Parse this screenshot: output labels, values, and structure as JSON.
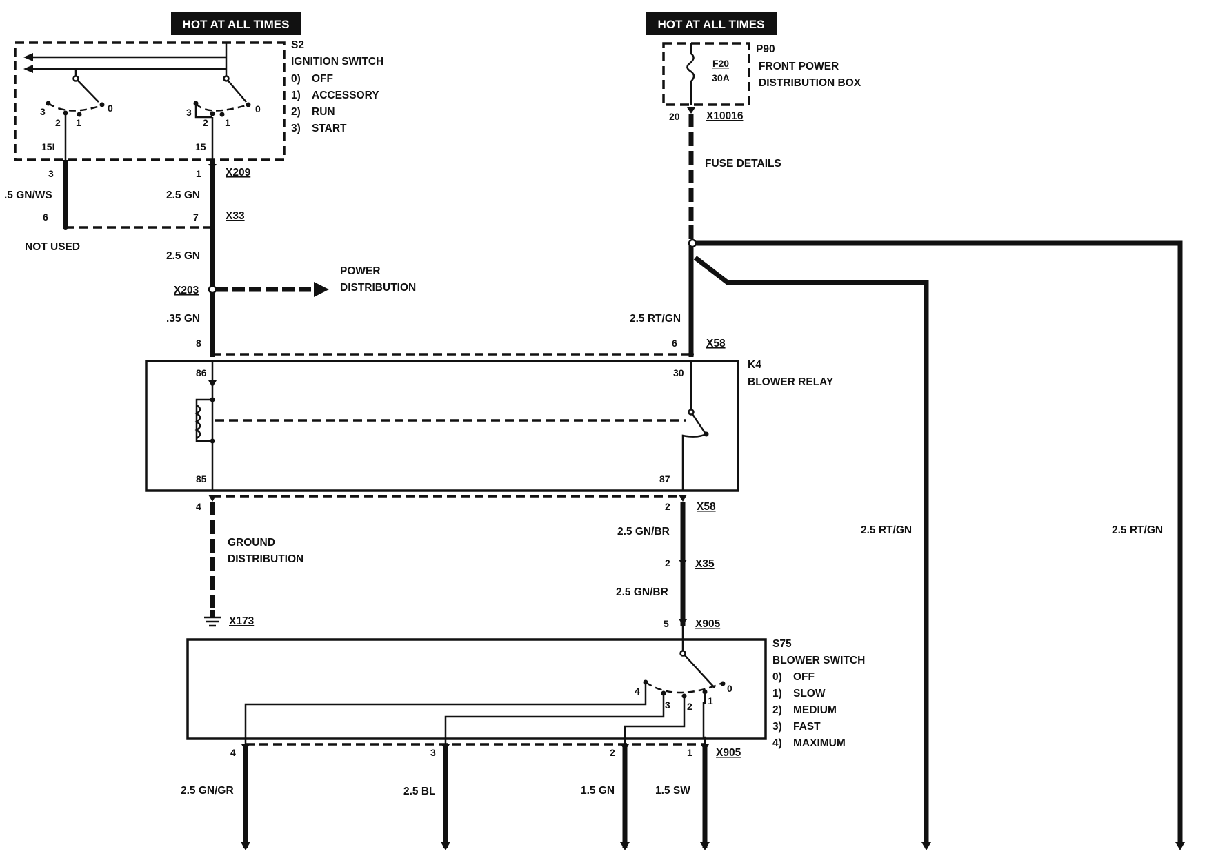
{
  "hot_labels": [
    "HOT AT ALL TIMES",
    "HOT AT ALL TIMES"
  ],
  "ignition_switch": {
    "id": "S2",
    "name": "IGNITION SWITCH",
    "positions": [
      "0)",
      "1)",
      "2)",
      "3)"
    ],
    "position_names": [
      "OFF",
      "ACCESSORY",
      "RUN",
      "START"
    ],
    "terminal_151": "15I",
    "terminal_15": "15",
    "contact_labels_left": [
      "3",
      "2",
      "1",
      "0"
    ],
    "contact_labels_right": [
      "3",
      "2",
      "1",
      "0"
    ]
  },
  "fuse_box": {
    "id": "P90",
    "name_line1": "FRONT POWER",
    "name_line2": "DISTRIBUTION BOX",
    "fuse_id": "F20",
    "fuse_rating": "30A",
    "pin": "20",
    "connector": "X10016",
    "note": "FUSE DETAILS"
  },
  "left_wiring": {
    "pin_x209_left": "3",
    "pin_x209_right": "1",
    "connector_x209": "X209",
    "wire_gnws": ".5 GN/WS",
    "wire_25gn_a": "2.5 GN",
    "pin_x33_left": "6",
    "pin_x33_right": "7",
    "connector_x33": "X33",
    "not_used": "NOT USED",
    "wire_25gn_b": "2.5 GN",
    "connector_x203": "X203",
    "power_dist_line1": "POWER",
    "power_dist_line2": "DISTRIBUTION",
    "wire_035gn": ".35 GN",
    "pin_x58_left": "8"
  },
  "right_wiring": {
    "wire_rtgn": "2.5 RT/GN",
    "pin_x58": "6",
    "connector_x58": "X58"
  },
  "relay": {
    "id": "K4",
    "name": "BLOWER RELAY",
    "t86": "86",
    "t85": "85",
    "t30": "30",
    "t87": "87"
  },
  "lower_wiring": {
    "pin_x58_bl": "4",
    "ground_line1": "GROUND",
    "ground_line2": "DISTRIBUTION",
    "connector_x173": "X173",
    "pin_x58_br": "2",
    "connector_x58b": "X58",
    "wire_gnbr_a": "2.5 GN/BR",
    "pin_x35": "2",
    "connector_x35": "X35",
    "wire_gnbr_b": "2.5 GN/BR",
    "pin_x905_top": "5",
    "connector_x905_top": "X905",
    "wire_rtgn_2": "2.5 RT/GN",
    "wire_rtgn_3": "2.5 RT/GN"
  },
  "blower_switch": {
    "id": "S75",
    "name": "BLOWER SWITCH",
    "positions": [
      "0)",
      "1)",
      "2)",
      "3)",
      "4)"
    ],
    "position_names": [
      "OFF",
      "SLOW",
      "MEDIUM",
      "FAST",
      "MAXIMUM"
    ],
    "contact_labels": [
      "4",
      "3",
      "2",
      "1",
      "0"
    ],
    "pins": [
      "4",
      "3",
      "2",
      "1"
    ],
    "connector": "X905",
    "wires": [
      "2.5 GN/GR",
      "2.5 BL",
      "1.5 GN",
      "1.5 SW"
    ]
  }
}
